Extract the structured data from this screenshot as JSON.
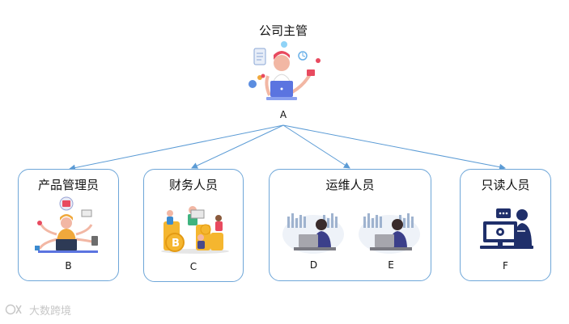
{
  "root": {
    "title": "公司主管",
    "label": "A",
    "icon": "manager-laptop-icon"
  },
  "nodes": [
    {
      "id": "B",
      "title": "产品管理员",
      "labels": [
        "B"
      ],
      "icon": "multitask-product-manager-icon"
    },
    {
      "id": "C",
      "title": "财务人员",
      "labels": [
        "C"
      ],
      "icon": "bitcoin-finance-team-icon"
    },
    {
      "id": "DE",
      "title": "运维人员",
      "labels": [
        "D",
        "E"
      ],
      "icon": "ops-engineer-laptop-icon"
    },
    {
      "id": "F",
      "title": "只读人员",
      "labels": [
        "F"
      ],
      "icon": "readonly-monitor-user-icon"
    }
  ],
  "watermark": {
    "text": "大数跨境",
    "icon": "brand-logo-icon"
  },
  "colors": {
    "connector": "#5b9bd5",
    "card_border": "#6ea6d8",
    "watermark": "#c7c7c7"
  }
}
